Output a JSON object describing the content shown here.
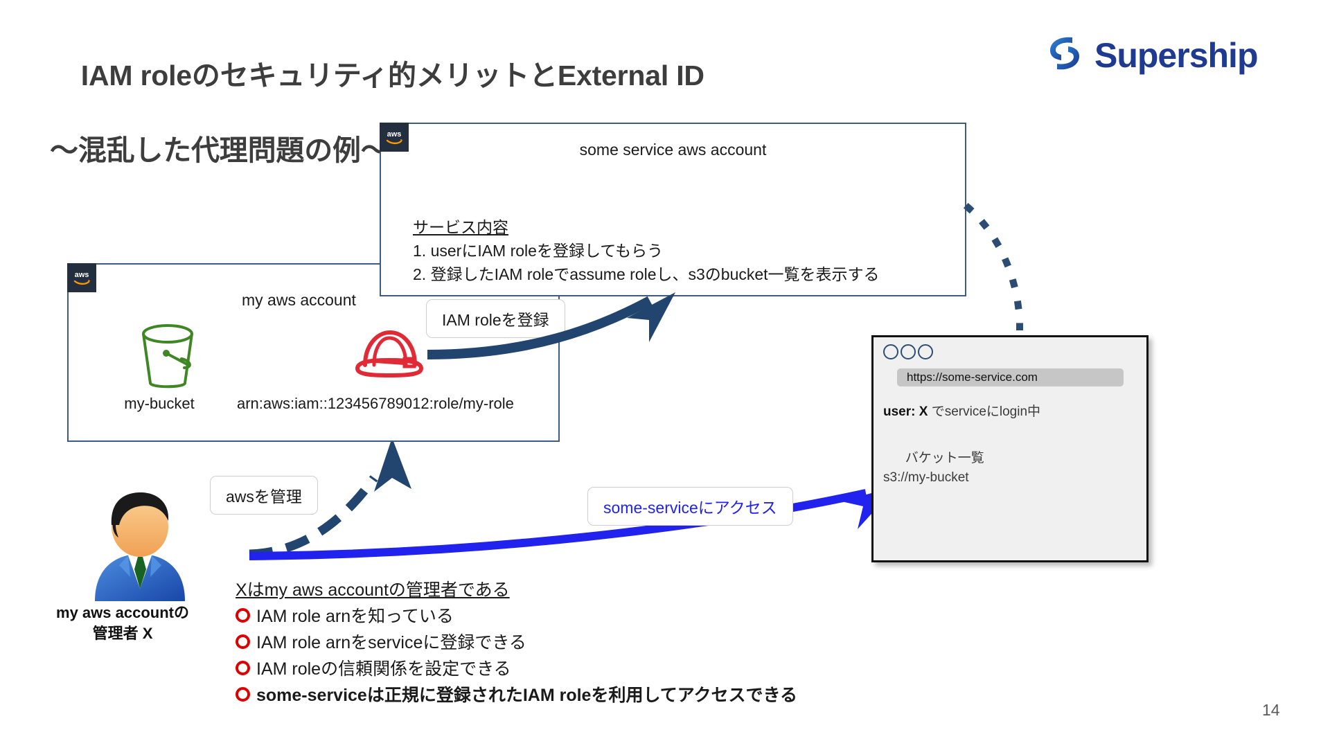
{
  "slide": {
    "title_line1": "IAM roleのセキュリティ的メリットとExternal ID",
    "title_line2": "〜混乱した代理問題の例〜",
    "page_number": "14",
    "brand": {
      "name": "Supership",
      "color": "#1f3b91",
      "mark_color_light": "#2e86d8",
      "mark_color_dark": "#1b3f96"
    }
  },
  "service_account_box": {
    "aws_badge_label": "aws",
    "title": "some service aws account",
    "section_heading": "サービス内容",
    "items": [
      "1. userにIAM roleを登録してもらう",
      "2. 登録したIAM roleでassume roleし、s3のbucket一覧を表示する"
    ]
  },
  "my_aws_account_box": {
    "aws_badge_label": "aws",
    "title": "my aws account",
    "bucket_label": "my-bucket",
    "role_arn": "arn:aws:iam::123456789012:role/my-role"
  },
  "callouts": {
    "register_role": "IAM roleを登録",
    "manage_aws": "awsを管理",
    "access_service": "some-serviceにアクセス"
  },
  "browser": {
    "url": "https://some-service.com",
    "login_prefix": "user: X",
    "login_suffix": " でserviceにlogin中",
    "bucket_list_heading": "バケット一覧",
    "bucket_list_item": "s3://my-bucket"
  },
  "person": {
    "caption_line1": "my aws accountの",
    "caption_line2": "管理者 X"
  },
  "bullets": {
    "heading": "Xはmy aws accountの管理者である",
    "items": [
      {
        "text": "IAM role arnを知っている",
        "bold": false
      },
      {
        "text": "IAM role arnをserviceに登録できる",
        "bold": false
      },
      {
        "text": "IAM roleの信頼関係を設定できる",
        "bold": false
      },
      {
        "text": "some-serviceは正規に登録されたIAM roleを利用してアクセスできる",
        "bold": true
      }
    ],
    "marker_color": "#dd0000"
  },
  "colors": {
    "box_border": "#3d5b80",
    "aws_badge_bg": "#232f3e",
    "bucket_green": "#3f8624",
    "helmet_red": "#e02a36",
    "arrow_navy": "#21456e",
    "arrow_blue": "#2222ee",
    "title_gray": "#3d3d3d"
  }
}
